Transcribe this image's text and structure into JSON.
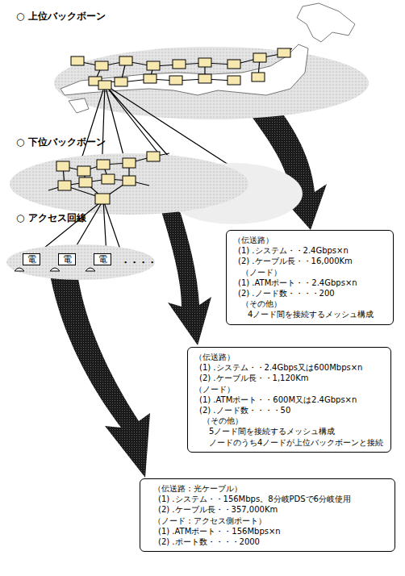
{
  "diagram": {
    "nodes": [
      {
        "text": [
          "（伝送路）",
          "(1) .システム・・2.4Gbps×n",
          "(2) .ケーブル長・・16,000Km",
          "（ノード）",
          "(1) .ATMポート・・2.4Gbps×n",
          "(2) .ノード数・・・・200",
          "（その他）",
          "4ノード間を接続するメッシュ構成"
        ]
      },
      {
        "text": [
          "（伝送路）",
          "(1) .システム・・2.4Gbps又は600Mbps×n",
          "(2) .ケーブル長・・1,120Km",
          "（ノード）",
          "(1) .ATMポート・・600M又は2.4Gbps×n",
          "(2) .ノード数・・・・50",
          "（その他）",
          "5ノード間を接続するメッシュ構成",
          "ノードのうち4ノードが上位バックボーンと接続"
        ]
      },
      {
        "text": [
          "（伝送路：光ケーブル）",
          "(1) .システム・・156Mbps。8分岐PDSで6分岐使用",
          "(2) .ケーブル長・・357,000Km",
          "（ノード：アクセス側ポート）",
          "(1) .ATMポート・・156Mbps×n",
          "(2) .ポート数・・・・2000"
        ]
      },
      {
        "text": [
          "電"
        ]
      },
      {
        "text": [
          "電"
        ]
      },
      {
        "text": [
          "電"
        ]
      }
    ],
    "labels": [
      "○ 上位バックボーン",
      "○ 下位バックボーン",
      "○ アクセス回線",
      "・・・・"
    ]
  }
}
